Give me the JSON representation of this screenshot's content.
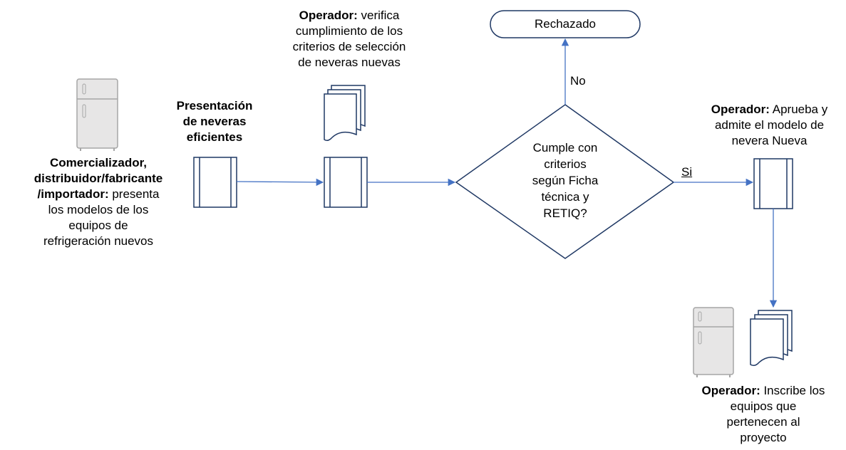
{
  "colors": {
    "line": "#4472c4",
    "shape_stroke": "#1f3864",
    "fridge_fill": "#e7e6e6",
    "fridge_stroke": "#a5a5a5"
  },
  "icons": {
    "fridge": "refrigerator-icon",
    "documents": "multi-document-icon"
  },
  "actor_left": {
    "bold_lines": [
      "Comercializador,",
      "distribuidor/fabricante",
      "/importador:"
    ],
    "rest_inline": " presenta",
    "lines": [
      "los modelos de los",
      "equipos de",
      "refrigeración nuevos"
    ]
  },
  "step_presentacion": {
    "lines": [
      "Presentación",
      "de neveras",
      "eficientes"
    ]
  },
  "step_verifica": {
    "label_bold": "Operador:",
    "label_rest": " verifica",
    "lines": [
      "cumplimiento de los",
      "criterios de selección",
      "de neveras nuevas"
    ]
  },
  "decision": {
    "lines": [
      "Cumple con",
      "criterios",
      "según Ficha",
      "técnica y",
      "RETIQ?"
    ]
  },
  "terminator": {
    "label": "Rechazado"
  },
  "edges": {
    "no_label": "No",
    "yes_label": "Si"
  },
  "step_aprueba": {
    "label_bold": "Operador:",
    "label_rest": " Aprueba y",
    "lines": [
      "admite el modelo de",
      "nevera Nueva"
    ]
  },
  "step_inscribe": {
    "label_bold": "Operador:",
    "label_rest": " Inscribe los",
    "lines": [
      "equipos que",
      "pertenecen al",
      "proyecto"
    ]
  }
}
